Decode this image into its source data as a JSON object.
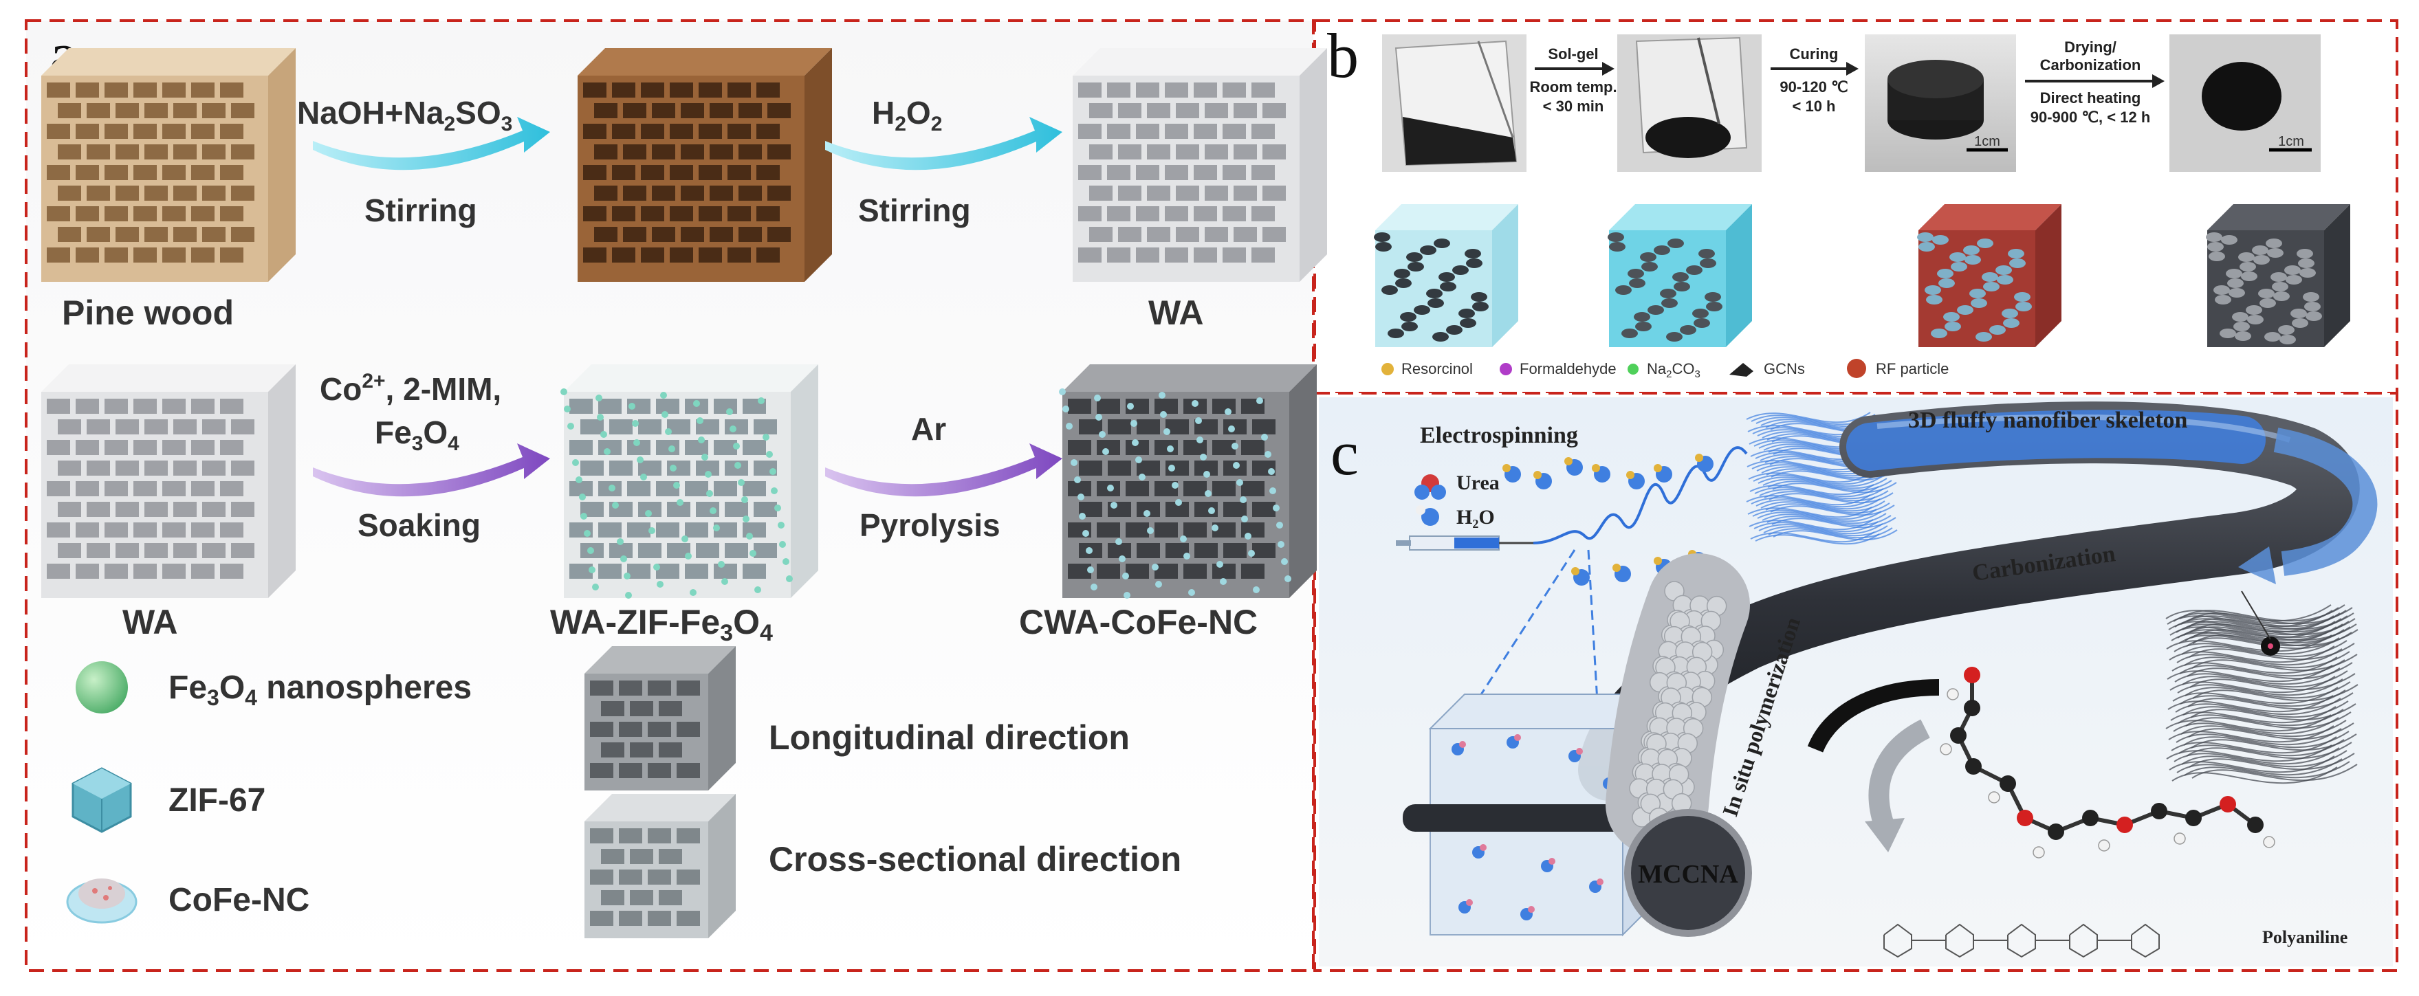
{
  "panel_a": {
    "letter": "a",
    "row1": {
      "start_label": "Pine wood",
      "step1_top": "NaOH+Na",
      "step1_top_sub": "2",
      "step1_top_tail": "SO",
      "step1_top_sub2": "3",
      "step1_bottom": "Stirring",
      "step2_top": "H",
      "step2_top_sub": "2",
      "step2_top_tail": "O",
      "step2_top_sub2": "2",
      "step2_bottom": "Stirring",
      "end_label": "WA"
    },
    "row2": {
      "start_label": "WA",
      "step1_line1_a": "Co",
      "step1_line1_sup": "2+",
      "step1_line1_b": ", 2-MIM,",
      "step1_line2_a": "Fe",
      "step1_line2_sub": "3",
      "step1_line2_b": "O",
      "step1_line2_sub2": "4",
      "step1_bottom": "Soaking",
      "mid_label_a": "WA-ZIF-Fe",
      "mid_label_sub": "3",
      "mid_label_b": "O",
      "mid_label_sub2": "4",
      "step2_top": "Ar",
      "step2_bottom": "Pyrolysis",
      "end_label": "CWA-CoFe-NC"
    },
    "legend": {
      "fe3o4_a": "Fe",
      "fe3o4_sub": "3",
      "fe3o4_b": "O",
      "fe3o4_sub2": "4",
      "fe3o4_c": " nanospheres",
      "zif": "ZIF-67",
      "cofe": "CoFe-NC",
      "longitudinal": "Longitudinal direction",
      "cross": "Cross-sectional  direction"
    }
  },
  "panel_b": {
    "letter": "b",
    "step1": [
      "Sol-gel",
      "Room temp.",
      "< 30 min"
    ],
    "step2_title": "Curing",
    "step2": [
      "90-120 ℃",
      "< 10 h"
    ],
    "step3_title": [
      "Drying/",
      "Carbonization"
    ],
    "step3": [
      "Direct heating",
      "90-900 ℃, < 12 h"
    ],
    "scale1": "1cm",
    "scale2": "1cm",
    "legend": [
      "Resorcinol",
      "Formaldehyde",
      "Na",
      "GCNs",
      "RF particle"
    ],
    "legend_na_sub": "2",
    "legend_na_tail": "CO",
    "legend_na_sub2": "3"
  },
  "panel_c": {
    "letter": "c",
    "electrospinning": "Electrospinning",
    "urea": "Urea",
    "water": "H₂O",
    "skeleton": "3D fluffy nanofiber skeleton",
    "carbonization": "Carbonization",
    "insitu": "In situ polymerization",
    "mccna": "MCCNA",
    "polyaniline": "Polyaniline"
  },
  "colors": {
    "frame": "#c8241c",
    "arrow_cyan": "#3fc6e0",
    "arrow_purple": "#8a56c8",
    "wood_light": "#d7b58c",
    "wood_dark": "#8c5a32",
    "aerogel_blue": "#5fd0e6",
    "rf_red": "#d43a2e",
    "fiber_blue": "#3f7fe0",
    "carbon_gray": "#3a3d44"
  }
}
